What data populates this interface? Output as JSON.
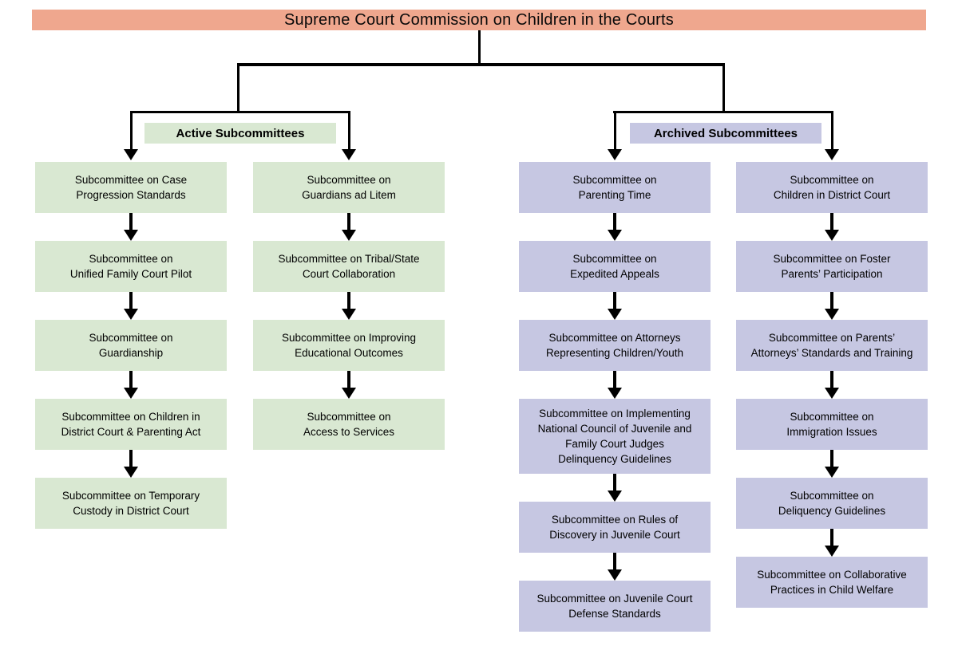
{
  "banner": {
    "title": "Supreme Court Commission on Children in the Courts",
    "bg_color": "#efa78e"
  },
  "groups": {
    "active": {
      "label": "Active Subcommittees",
      "box_color": "#d9e8d2"
    },
    "archived": {
      "label": "Archived Subcommittees",
      "box_color": "#c6c7e2"
    }
  },
  "columns": [
    {
      "group": "active",
      "boxes": [
        "Subcommittee on Case\nProgression Standards",
        "Subcommittee on\nUnified Family Court Pilot",
        "Subcommittee on\nGuardianship",
        "Subcommittee on Children in\nDistrict Court & Parenting Act",
        "Subcommittee on Temporary\nCustody in District Court"
      ]
    },
    {
      "group": "active",
      "boxes": [
        "Subcommittee on\nGuardians ad Litem",
        "Subcommittee on Tribal/State\nCourt Collaboration",
        "Subcommittee on Improving\nEducational Outcomes",
        "Subcommittee on\nAccess to Services"
      ]
    },
    {
      "group": "archived",
      "boxes": [
        "Subcommittee on\nParenting Time",
        "Subcommittee on\nExpedited Appeals",
        "Subcommittee on Attorneys\nRepresenting Children/Youth",
        "Subcommittee on Implementing\nNational Council of Juvenile and\nFamily Court Judges\nDelinquency Guidelines",
        "Subcommittee on Rules of\nDiscovery in Juvenile Court",
        "Subcommittee on Juvenile Court\nDefense Standards"
      ]
    },
    {
      "group": "archived",
      "boxes": [
        "Subcommittee on\nChildren in District Court",
        "Subcommittee on Foster\nParents’ Participation",
        "Subcommittee on Parents’\nAttorneys’ Standards and Training",
        "Subcommittee on\nImmigration Issues",
        "Subcommittee on\nDeliquency Guidelines",
        "Subcommittee on Collaborative\nPractices in Child Welfare"
      ]
    }
  ]
}
